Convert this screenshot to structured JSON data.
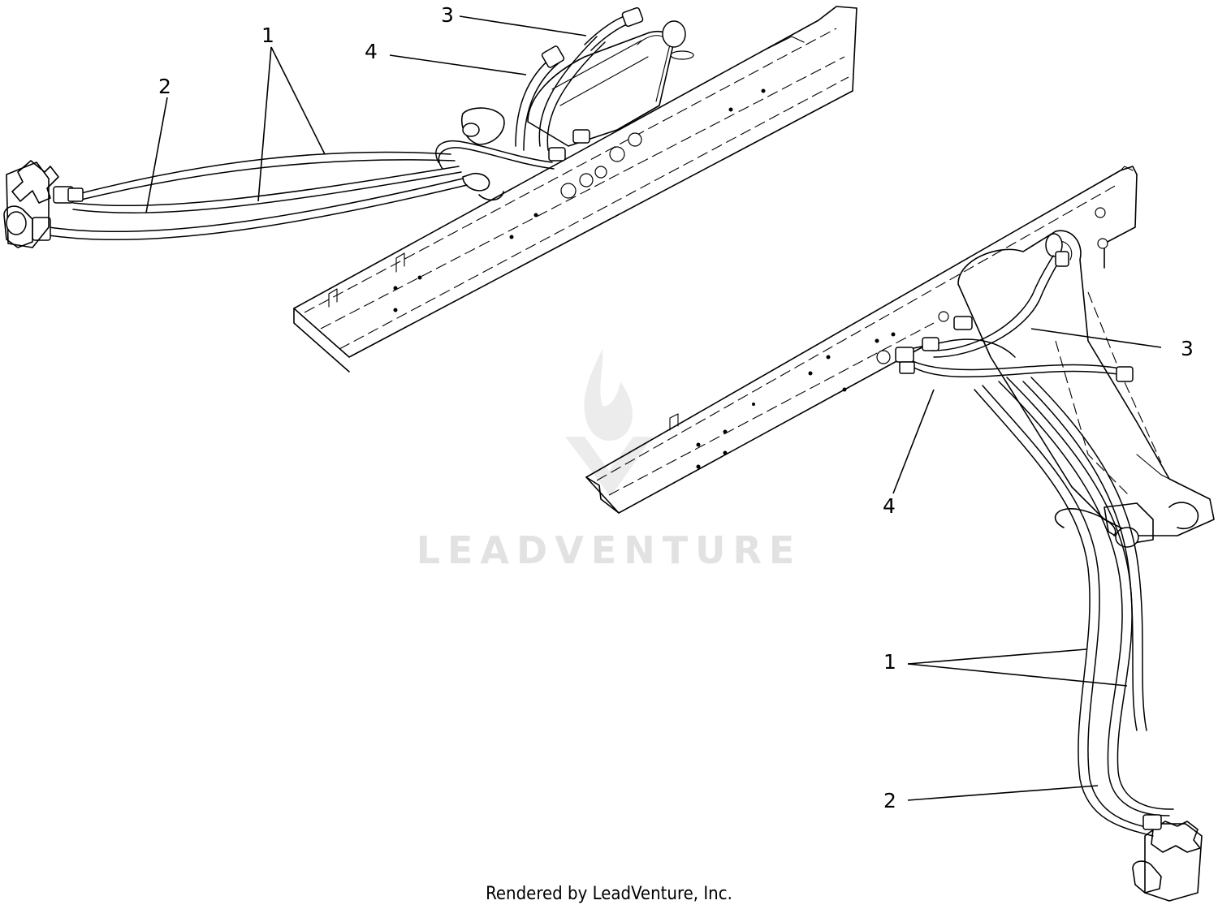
{
  "watermark": {
    "brand": "LEADVENTURE",
    "logo_icon": "flame-v-logo-icon",
    "color": "#e2e2e2"
  },
  "callouts": {
    "top_1": "1",
    "top_2": "2",
    "top_3": "3",
    "top_4": "4",
    "bottom_1": "1",
    "bottom_2": "2",
    "bottom_3": "3",
    "bottom_4": "4"
  },
  "footer": {
    "credit": "Rendered by LeadVenture, Inc."
  },
  "colors": {
    "line": "#000000",
    "background": "#ffffff"
  }
}
